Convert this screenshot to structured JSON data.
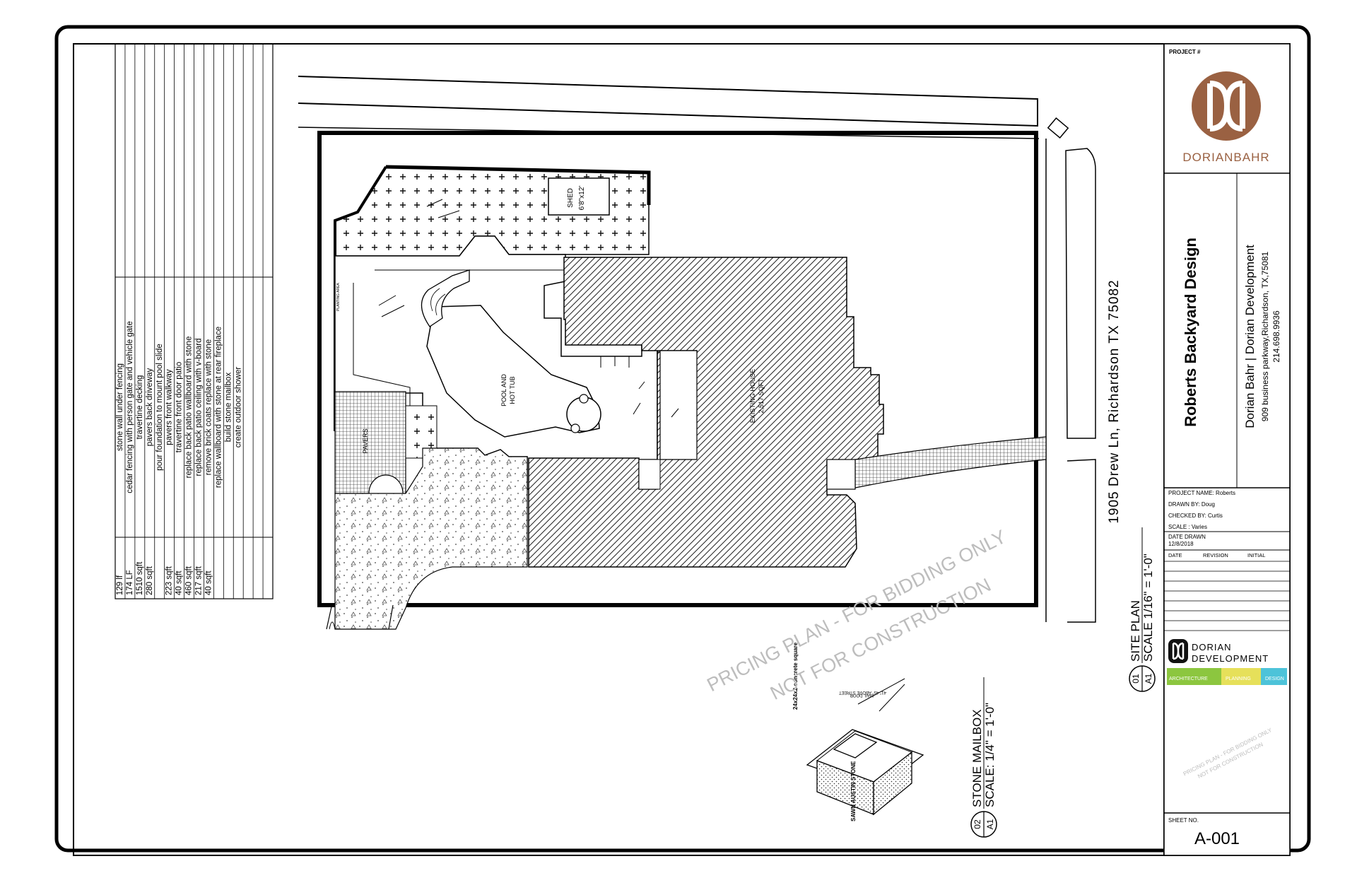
{
  "scope_table": {
    "rows": [
      {
        "qty": "129  lf",
        "desc": "stone  wall  under  fencing"
      },
      {
        "qty": "174  LF",
        "desc": "cedar  fencing  with  person  gate  and  vehicle  gate"
      },
      {
        "qty": "1510  sqft",
        "desc": "travertine  decking"
      },
      {
        "qty": "280  sqft",
        "desc": "pavers  back  driveway"
      },
      {
        "qty": "",
        "desc": "pour  foundation  to  mount  pool  slide"
      },
      {
        "qty": "223  sqft",
        "desc": "pavers  front  walkway"
      },
      {
        "qty": "40  sqft",
        "desc": "travertine  front  door  patio"
      },
      {
        "qty": "460  sqft",
        "desc": "replace  back  patio  wallboard  with  stone"
      },
      {
        "qty": "217  sqft",
        "desc": "replace  back  patio  ceiling  with  v-board"
      },
      {
        "qty": "40  sqft",
        "desc": "remove  brick  coats  replace  with  stone"
      },
      {
        "qty": "",
        "desc": "replace  wallboard  with  stone  at  rear  fireplace"
      },
      {
        "qty": "",
        "desc": "build  stone  mailbox"
      },
      {
        "qty": "",
        "desc": "create  outdoor  shower"
      }
    ]
  },
  "site_plan": {
    "address": "1905  Drew  Ln,  Richardson  TX  75082",
    "shed_label": "SHED",
    "shed_size": "6'8\"x12'",
    "pool_label_1": "POOL AND",
    "pool_label_2": "HOT TUB",
    "house_label_1": "EXISTING HOUSE",
    "house_label_2": "2,517 SQFT",
    "pavers_label": "PAVERS",
    "planting_label": "PLANTING AREA",
    "view_title": "SITE  PLAN",
    "view_scale": "SCALE  1/16\"  =  1'-0\"",
    "view_num": "01",
    "view_sheet": "A1"
  },
  "mailbox": {
    "view_title": "STONE  MAILBOX",
    "view_scale": "SCALE:  1/4\"  =  1'-0\"",
    "view_num": "02",
    "view_sheet": "A1",
    "note_concrete": "24x24x2 concrete square",
    "note_stone": "SAWN AUSTIN STONE",
    "note_door": "MAIL DOOR",
    "note_height": "41\"-45\" ABOVE STREET"
  },
  "watermark": {
    "line1": "PRICING PLAN - FOR BIDDING ONLY",
    "line2": "NOT FOR CONSTRUCTION"
  },
  "title_block": {
    "project_num_label": "PROJECT #",
    "logo_word": "DORIANBAHR",
    "project_title": "Roberts Backyard Design",
    "firm": "Dorian Bahr | Dorian Development",
    "firm_address": "909 business parkway,Richardson, TX,75081",
    "firm_phone": "214.698.9936",
    "project_name": "PROJECT NAME: Roberts",
    "drawn_by": "DRAWN BY: Doug",
    "checked_by": "CHECKED BY: Curtis",
    "scale": "SCALE : Varies",
    "date_drawn_label": "DATE  DRAWN",
    "date_drawn": "12/8/2018",
    "rev_headers": [
      "DATE",
      "REVISION",
      "INITIAL"
    ],
    "dev_logo_line1": "DORIAN",
    "dev_logo_line2": "DEVELOPMENT",
    "dev_bar": [
      "ARCHITECTURE",
      "PLANNING",
      "DESIGN"
    ],
    "mini_watermark1": "PRICING PLAN - FOR BIDDING ONLY",
    "mini_watermark2": "NOT FOR CONSTRUCTION",
    "sheet_no_label": "SHEET NO.",
    "sheet_no": "A-001"
  },
  "colors": {
    "brand_brown": "#9A6142",
    "bar_green": "#8CC63F",
    "bar_yellow": "#E6E05A",
    "bar_cyan": "#4DC3D9",
    "watermark_gray": "#BDBDBD"
  }
}
